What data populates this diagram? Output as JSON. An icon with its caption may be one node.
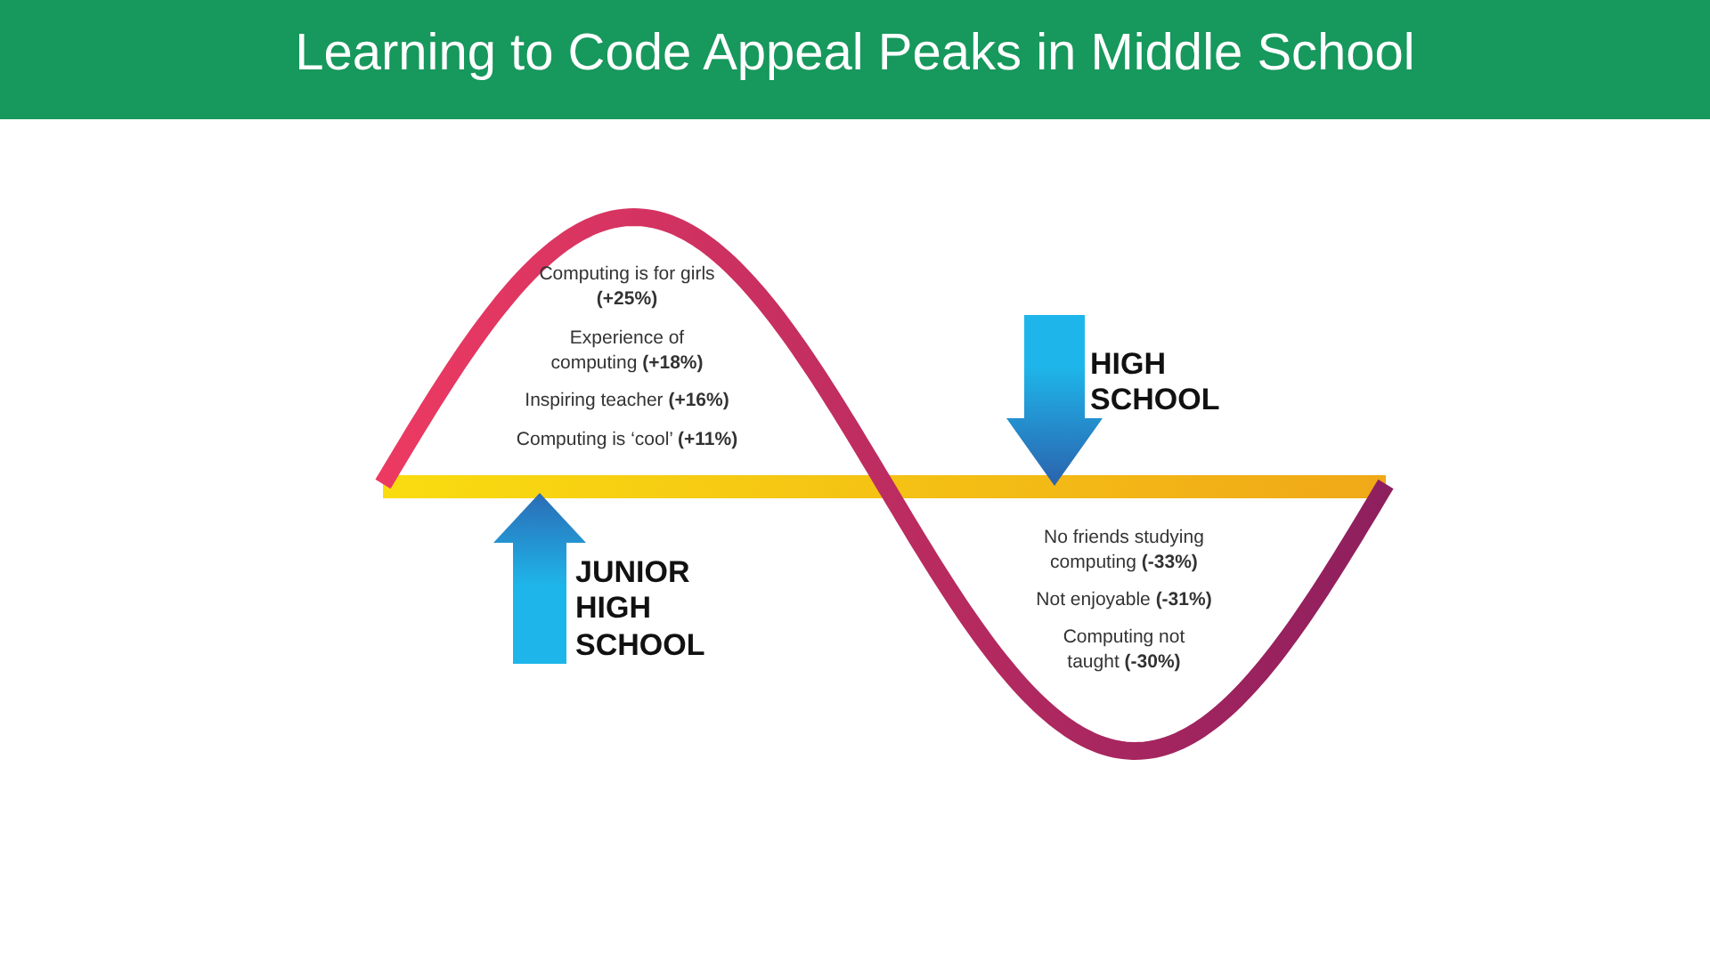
{
  "diagram": {
    "title": "Learning to Code Appeal Peaks in Middle School",
    "labels": [
      "Computing is for girls **(+25%)**",
      "Experience of computing **(+18%)**",
      "Inspiring teacher **(+16%)**",
      "Computing is ‘cool’ **(+11%)**",
      "HIGH SCHOOL",
      "JUNIOR HIGH SCHOOL",
      "No friends studying computing **(-33%)**",
      "Not enjoyable **(-31%)**",
      "Computing not taught **(-30%)**"
    ]
  }
}
